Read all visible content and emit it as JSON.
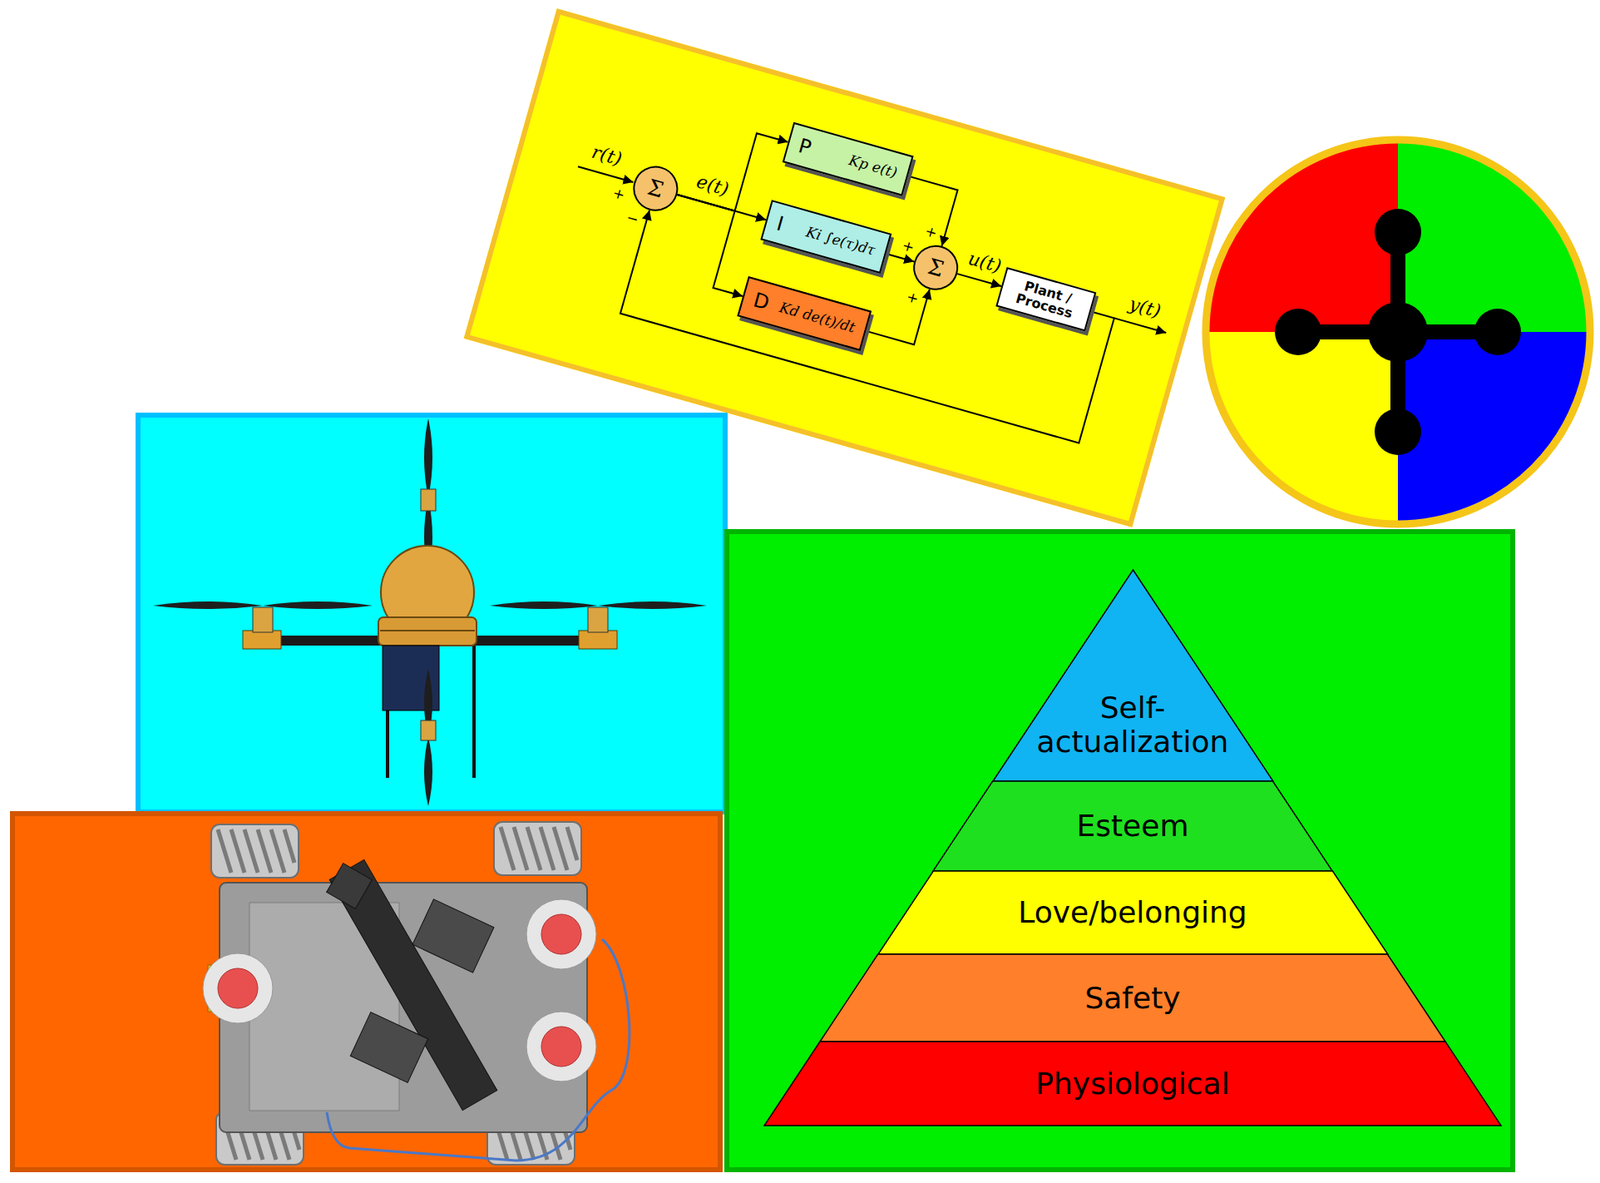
{
  "diagram": {
    "nodes": [
      {
        "text": [
          "Σ"
        ]
      },
      {
        "text": [
          "P",
          "Kp e(t)"
        ]
      },
      {
        "text": [
          "I",
          "Ki ∫e(τ)dτ"
        ]
      },
      {
        "text": [
          "D",
          "Kd de(t)/dt"
        ]
      },
      {
        "text": [
          "Σ"
        ]
      },
      {
        "text": [
          "Plant / Process"
        ]
      },
      {
        "text": [
          "Self- actualization"
        ]
      },
      {
        "text": [
          "Esteem"
        ]
      },
      {
        "text": [
          "Love/belonging"
        ]
      },
      {
        "text": [
          "Safety"
        ]
      },
      {
        "text": [
          "Physiological"
        ]
      }
    ],
    "edges": [
      {
        "from": 0,
        "to": 1,
        "arrow": "to"
      },
      {
        "from": 0,
        "to": 2,
        "arrow": "to"
      },
      {
        "from": 0,
        "to": 3,
        "arrow": "to"
      },
      {
        "from": 1,
        "to": 4,
        "arrow": "to"
      },
      {
        "from": 2,
        "to": 4,
        "arrow": "to"
      },
      {
        "from": 3,
        "to": 4,
        "arrow": "to"
      },
      {
        "from": 4,
        "to": 5,
        "arrow": "to"
      },
      {
        "from": 5,
        "to": 0,
        "arrow": "to"
      }
    ],
    "labels": [
      "r(t)",
      "+",
      "−",
      "e(t)",
      "+",
      "+",
      "+",
      "u(t)",
      "y(t)"
    ]
  }
}
